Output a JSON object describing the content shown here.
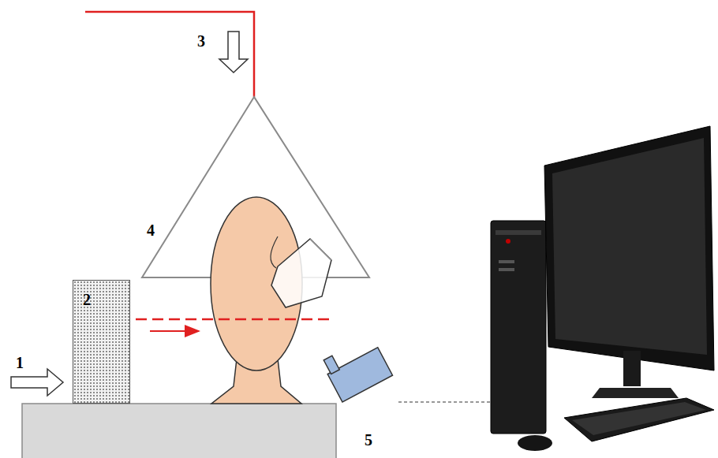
{
  "diagram": {
    "nodes": [
      {
        "text": [
          "2"
        ]
      }
    ],
    "labels": [
      "1",
      "3",
      "4",
      "5"
    ]
  }
}
